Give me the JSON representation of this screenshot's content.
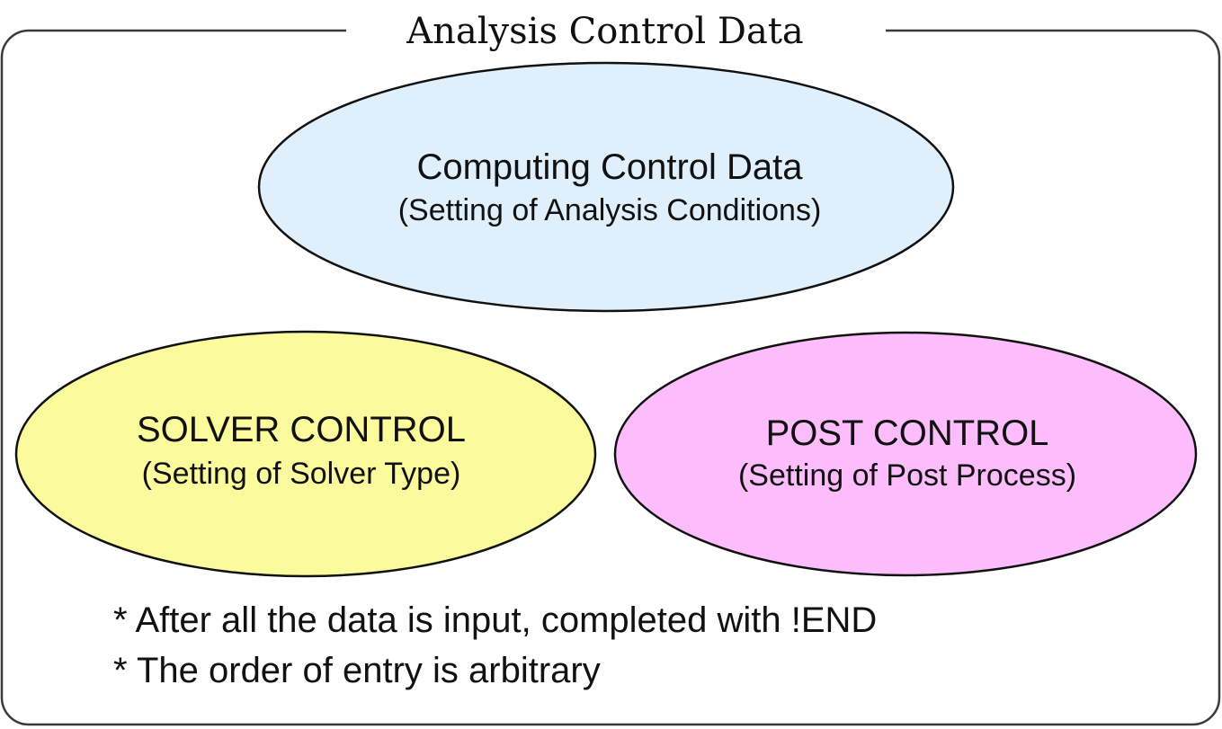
{
  "frame": {
    "title": "Analysis Control Data"
  },
  "blocks": {
    "computing": {
      "title": "Computing Control Data",
      "subtitle": "(Setting of Analysis Conditions)",
      "fill": "#dff0fc"
    },
    "solver": {
      "title": "SOLVER CONTROL",
      "subtitle": "(Setting of Solver Type)",
      "fill": "#fbfb9e"
    },
    "post": {
      "title": "POST CONTROL",
      "subtitle": "(Setting of Post Process)",
      "fill": "#fdbdfd"
    }
  },
  "notes": [
    "* After all the data is input, completed with !END",
    "* The order of entry is arbitrary"
  ],
  "colors": {
    "border": "#3a3a3a",
    "outline": "#111111",
    "background": "#ffffff"
  }
}
